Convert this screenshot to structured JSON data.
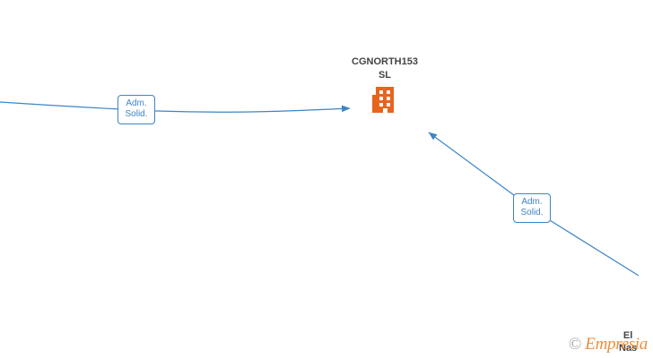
{
  "diagram": {
    "center_node": {
      "name_line1": "CGNORTH153",
      "name_line2": "SL",
      "icon": "building-icon",
      "icon_color": "#e8641e"
    },
    "badges": [
      {
        "line1": "Adm.",
        "line2": "Solid."
      },
      {
        "line1": "Adm.",
        "line2": "Solid."
      }
    ],
    "partial_node": {
      "line1": "El",
      "line2": "Nas"
    },
    "edge_color": "#3d85c6"
  },
  "watermark": {
    "copyright": "©",
    "brand": "Empresia"
  }
}
